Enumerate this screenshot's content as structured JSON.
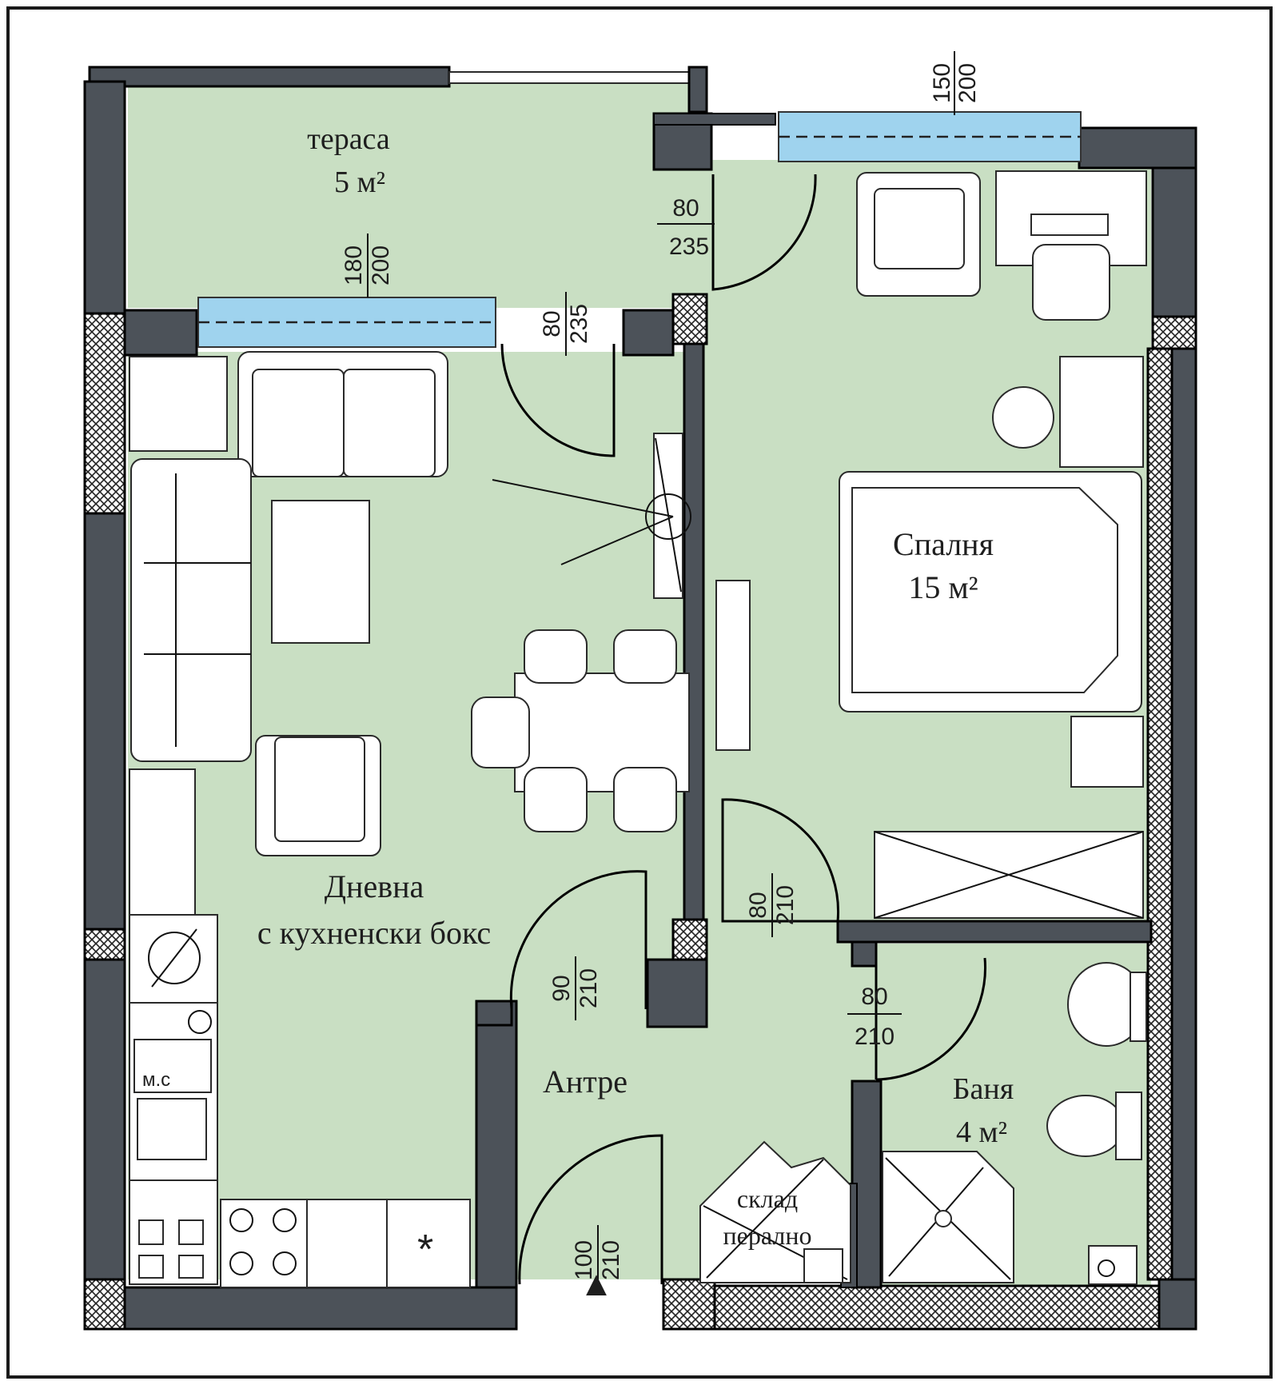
{
  "rooms": {
    "terrace": {
      "name": "тераса",
      "area": "5 м²"
    },
    "living": {
      "name": "Дневна",
      "sub": "с кухненски бокс"
    },
    "bedroom": {
      "name": "Спалня",
      "area": "15 м²"
    },
    "hall": {
      "name": "Антре"
    },
    "bath": {
      "name": "Баня",
      "area": "4 м²"
    },
    "storage": {
      "line1": "склад",
      "line2": "перално"
    },
    "wc_mark": "м.с"
  },
  "dimensions": {
    "terrace_window": {
      "w": "180",
      "h": "200"
    },
    "bedroom_window": {
      "w": "150",
      "h": "200"
    },
    "terrace_door_bedroom": {
      "w": "80",
      "h": "235"
    },
    "terrace_door_living": {
      "w": "80",
      "h": "235"
    },
    "living_door": {
      "w": "90",
      "h": "210"
    },
    "bedroom_door": {
      "w": "80",
      "h": "210"
    },
    "bath_door": {
      "w": "80",
      "h": "210"
    },
    "entrance_door": {
      "w": "100",
      "h": "210"
    }
  },
  "symbols": {
    "fridge": "*",
    "entrance_arrow": "▲"
  },
  "colors": {
    "floor": "#c9dfc3",
    "wall": "#4c5259",
    "glass": "#9fd3ee"
  }
}
